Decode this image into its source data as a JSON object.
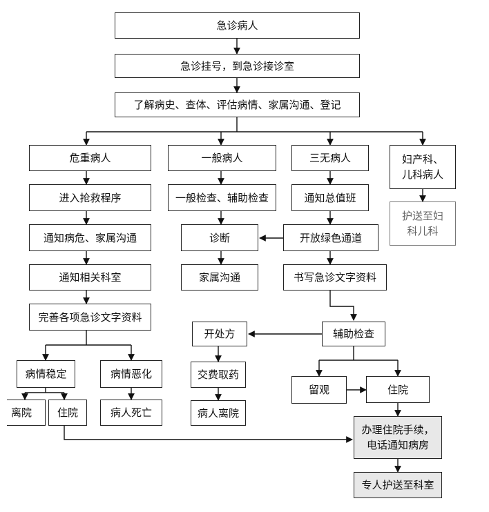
{
  "nodes": {
    "emergency_patient": "急诊病人",
    "registration": "急诊挂号，到急诊接诊室",
    "assessment": "了解病史、查体、评估病情、家属沟通、登记",
    "critical": "危重病人",
    "general": "一般病人",
    "three_no": "三无病人",
    "obgyn_peds": "妇产科、儿科病人",
    "rescue": "进入抢救程序",
    "general_exam": "一般检查、辅助检查",
    "notify_duty": "通知总值班",
    "transfer_obgyn": "护送至妇科儿科",
    "notify_critical": "通知病危、家属沟通",
    "diagnosis": "诊断",
    "green_channel": "开放绿色通道",
    "notify_dept": "通知相关科室",
    "family_comm": "家属沟通",
    "write_records": "书写急诊文字资料",
    "complete_records": "完善各项急诊文字资料",
    "prescribe": "开处方",
    "aux_exam": "辅助检查",
    "stable": "病情稳定",
    "worsening": "病情恶化",
    "pay_medicine": "交费取药",
    "observation": "留观",
    "hospitalization": "住院",
    "discharge": "离院",
    "hospitalize_b": "住院",
    "death": "病人死亡",
    "patient_leaves": "病人离院",
    "admission": "办理住院手续，电话通知病房",
    "escort": "专人护送至科室"
  }
}
